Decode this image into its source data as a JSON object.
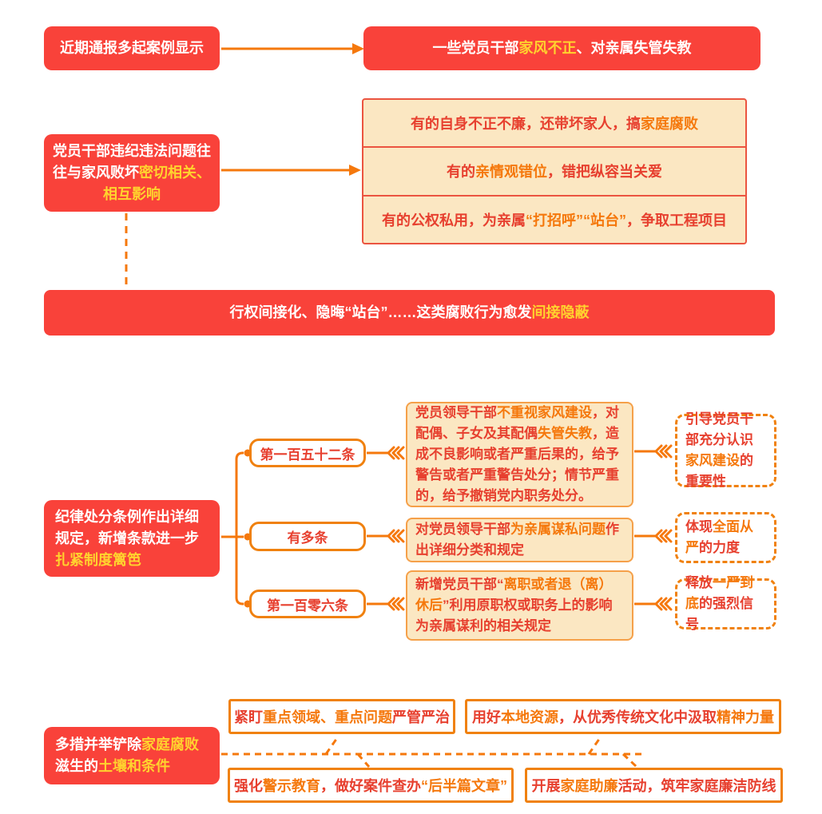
{
  "colors": {
    "box_red": "#F9423A",
    "highlight_yellow": "#FFD32E",
    "highlight_orange": "#F5780C",
    "connector_orange": "#F5780C",
    "cream_background": "#FBE7C2",
    "cream_border": "#F5A049",
    "group_border_red": "#EB5440",
    "text_red": "#E7402F",
    "border_orange": "#F0810F"
  },
  "section1": {
    "left": [
      {
        "t": "近期通报多起案例显示"
      }
    ],
    "right": [
      {
        "t": "一些党员干部"
      },
      {
        "t": "家风不正",
        "c": "yellow"
      },
      {
        "t": "、对亲属失管失教"
      }
    ]
  },
  "section2": {
    "left": [
      {
        "t": "党员干部违纪违法问题往往与家风败坏"
      },
      {
        "t": "密切相关、相互影响",
        "c": "yellow"
      }
    ],
    "rows": [
      [
        {
          "t": "有的自身不正不廉，还带坏家人，搞"
        },
        {
          "t": "家庭腐败",
          "c": "orange"
        }
      ],
      [
        {
          "t": "有的"
        },
        {
          "t": "亲情观错位",
          "c": "orange"
        },
        {
          "t": "，错把纵容当关爱"
        }
      ],
      [
        {
          "t": "有的公权私用，为亲属"
        },
        {
          "t": "“打招呼”“站台”",
          "c": "orange"
        },
        {
          "t": "，争取工程项目"
        }
      ]
    ]
  },
  "banner": [
    {
      "t": "行权间接化、隐晦“站台”……这类腐败行为愈发"
    },
    {
      "t": "间接隐蔽",
      "c": "yellow"
    }
  ],
  "section3": {
    "left": [
      {
        "t": "纪律处分条例作出详细规定，新增条款进一步"
      },
      {
        "t": "扎紧制度篱笆",
        "c": "yellow"
      }
    ],
    "rows": [
      {
        "label": "第一百五十二条",
        "detail": [
          {
            "t": "党员领导干部"
          },
          {
            "t": "不重视家风建设",
            "c": "orange"
          },
          {
            "t": "，对配偶、子女及其配偶"
          },
          {
            "t": "失管失教",
            "c": "orange"
          },
          {
            "t": "，造成不良影响或者严重后果的，给予警告或者严重警告处分；情节严重的，给予撤销党内职务处分。"
          }
        ],
        "note": [
          {
            "t": "引导党员干部充分认识"
          },
          {
            "t": "家风建设",
            "c": "orange"
          },
          {
            "t": "的重要性"
          }
        ]
      },
      {
        "label": "有多条",
        "detail": [
          {
            "t": "对党员领导干部"
          },
          {
            "t": "为亲属谋私问题",
            "c": "orange"
          },
          {
            "t": "作出详细分类和规定"
          }
        ],
        "note": [
          {
            "t": "体现"
          },
          {
            "t": "全面从严",
            "c": "orange"
          },
          {
            "t": "的力度"
          }
        ]
      },
      {
        "label": "第一百零六条",
        "detail": [
          {
            "t": "新增党员干部“"
          },
          {
            "t": "离职或者退（离）休后",
            "c": "orange"
          },
          {
            "t": "”利用原职权或职务上的影响为亲属谋利的相关规定"
          }
        ],
        "note": [
          {
            "t": "释放"
          },
          {
            "t": "一严到底",
            "c": "orange"
          },
          {
            "t": "的强烈信号"
          }
        ]
      }
    ]
  },
  "section4": {
    "left": [
      {
        "t": "多措并举铲除"
      },
      {
        "t": "家庭腐败",
        "c": "yellow"
      },
      {
        "t": "滋生的"
      },
      {
        "t": "土壤和条件",
        "c": "yellow"
      }
    ],
    "measures": [
      [
        {
          "t": "紧盯"
        },
        {
          "t": "重点领域、重点问题",
          "c": "orange"
        },
        {
          "t": "严管严治"
        }
      ],
      [
        {
          "t": "用好"
        },
        {
          "t": "本地资源",
          "c": "orange"
        },
        {
          "t": "，从优秀传统文化中汲取"
        },
        {
          "t": "精神力量",
          "c": "orange"
        }
      ],
      [
        {
          "t": "强化"
        },
        {
          "t": "警示教育",
          "c": "orange"
        },
        {
          "t": "，做好案件查办"
        },
        {
          "t": "“后半篇文章”",
          "c": "orange"
        }
      ],
      [
        {
          "t": "开展"
        },
        {
          "t": "家庭助廉",
          "c": "orange"
        },
        {
          "t": "活动，筑牢家庭廉洁防线"
        }
      ]
    ]
  }
}
